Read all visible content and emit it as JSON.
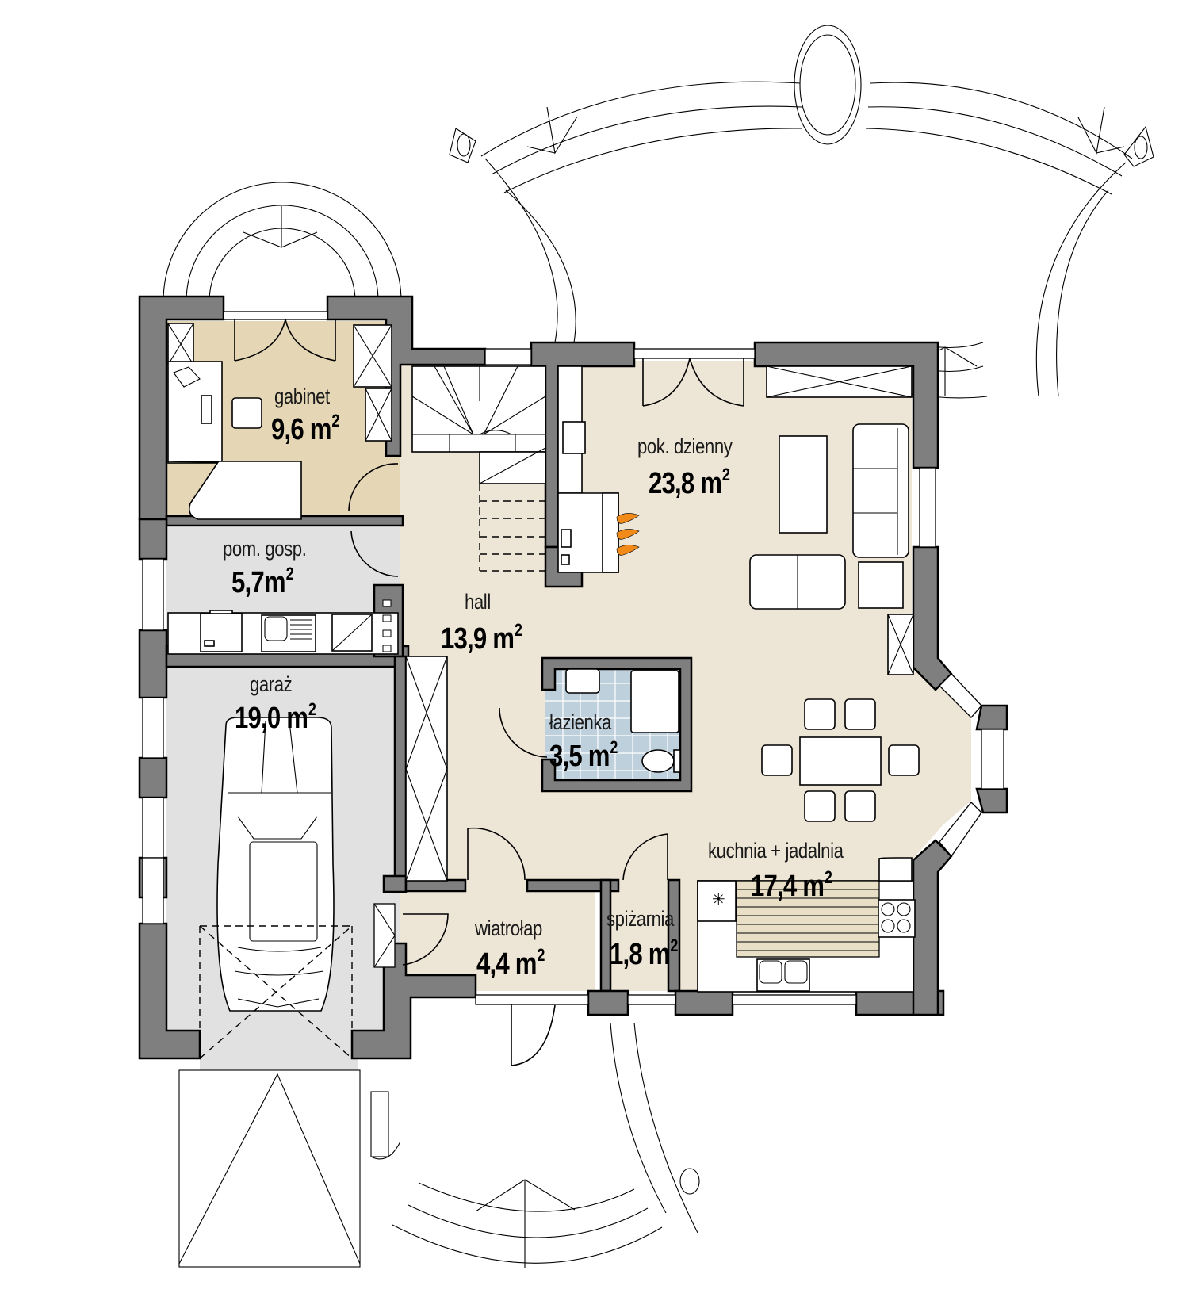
{
  "plan": {
    "title": "floor plan - ground floor",
    "colors": {
      "wall": "#7f7f7f",
      "gabinet_fill": "#e5d7b5",
      "living_fill": "#ede5d5",
      "utility_fill": "#e1e1e1",
      "bathroom_fill": "#bfd0dd",
      "flame": "#f28a1a"
    },
    "rooms": [
      {
        "id": "gabinet",
        "name": "gabinet",
        "area_value": "9,6 m",
        "area_unit_sup": "2"
      },
      {
        "id": "pom-gosp",
        "name": "pom. gosp.",
        "area_value": "5,7m",
        "area_unit_sup": "2"
      },
      {
        "id": "garaz",
        "name": "garaż",
        "area_value": "19,0 m",
        "area_unit_sup": "2"
      },
      {
        "id": "hall",
        "name": "hall",
        "area_value": "13,9 m",
        "area_unit_sup": "2"
      },
      {
        "id": "pok-dzienny",
        "name": "pok. dzienny",
        "area_value": "23,8 m",
        "area_unit_sup": "2"
      },
      {
        "id": "lazienka",
        "name": "łazienka",
        "area_value": "3,5 m",
        "area_unit_sup": "2"
      },
      {
        "id": "kuchnia-jadalnia",
        "name": "kuchnia + jadalnia",
        "area_value": "17,4 m",
        "area_unit_sup": "2"
      },
      {
        "id": "wiatrolap",
        "name": "wiatrołap",
        "area_value": "4,4 m",
        "area_unit_sup": "2"
      },
      {
        "id": "spizarnia",
        "name": "spiżarnia",
        "area_value": "1,8 m",
        "area_unit_sup": "2"
      }
    ]
  }
}
